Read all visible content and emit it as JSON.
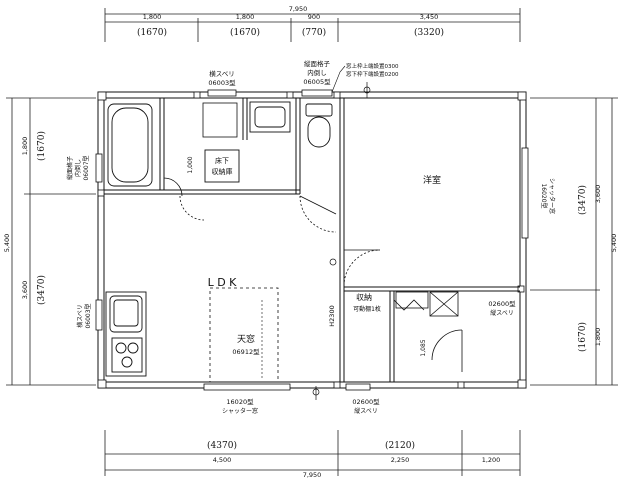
{
  "dimensions": {
    "top_total": "7,950",
    "top_segments": [
      "1,800",
      "1,800",
      "900",
      "3,450"
    ],
    "top_segments_hand": [
      "(1670)",
      "(1670)",
      "(770)",
      "(3320)"
    ],
    "bottom_total": "7,950",
    "bottom_segments": [
      "4,500",
      "2,250",
      "1,200"
    ],
    "bottom_segments_hand": [
      "(4370)",
      "(2120)"
    ],
    "left_total": "5,400",
    "left_segments": [
      "1,800",
      "3,600"
    ],
    "left_segments_hand": [
      "(1670)",
      "(3470)"
    ],
    "right_total": "5,400",
    "right_segments": [
      "3,600",
      "1,800"
    ],
    "right_segments_hand": [
      "(3470)",
      "(1670)"
    ]
  },
  "rooms": {
    "ldk": "L D K",
    "western_room": "洋室",
    "storage": "収納",
    "storage_note": "可動棚1枚",
    "underfloor_storage_1": "床下",
    "underfloor_storage_2": "収納庫"
  },
  "annotations": {
    "skylight_title": "天窓",
    "skylight_model": "06912型",
    "bath_window_1": "横スベリ",
    "bath_window_2": "06003型",
    "toilet_window_1": "縦面格子",
    "toilet_window_2": "内倒し",
    "toilet_window_3": "06005型",
    "sill_note_1": "窓上枠上端設置0300",
    "sill_note_2": "窓下枠下端設置0200",
    "left_window_1": "縦面格子",
    "left_window_2": "内倒し",
    "left_window_3": "06007型",
    "kitchen_window_1": "横スベリ",
    "kitchen_window_2": "06003型",
    "bottom_window_1": "16020型",
    "bottom_window_2": "シャッター窓",
    "bottom_door_1": "02600型",
    "bottom_door_2": "縦スベリ",
    "right_window_1": "02600型",
    "right_window_2": "縦スベリ",
    "west_window_1": "16020型",
    "west_window_2": "シャッター窓",
    "h2300": "H2300",
    "h1000": "1,000",
    "h1085": "1,085"
  }
}
